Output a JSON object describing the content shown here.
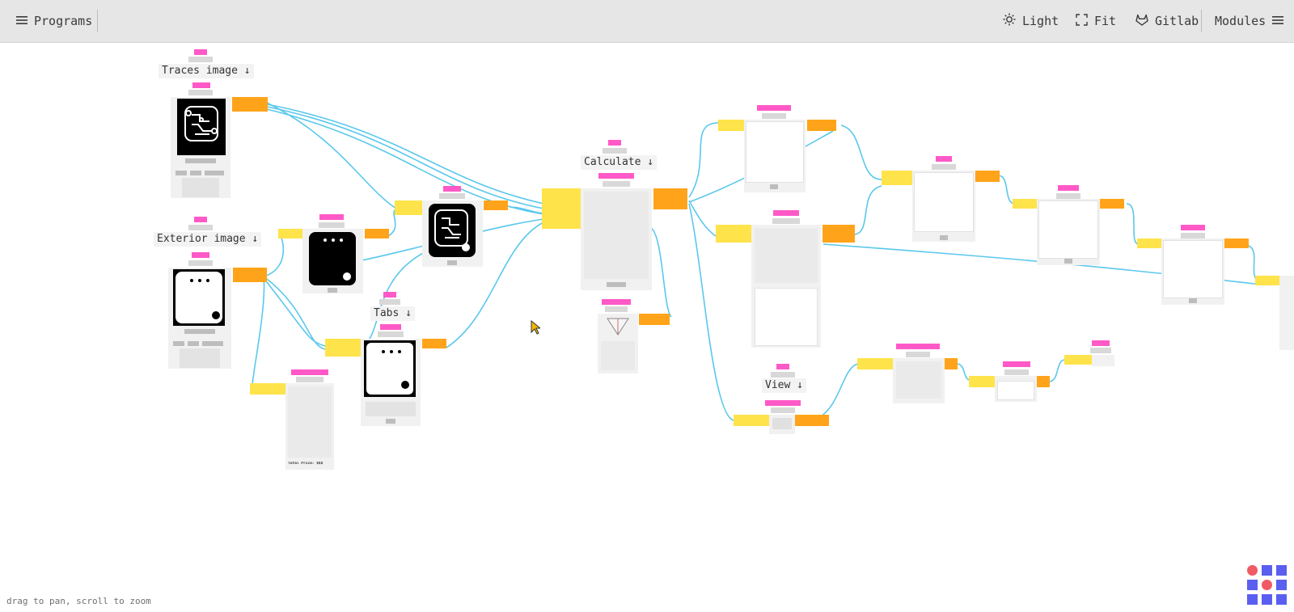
{
  "topbar": {
    "programs_label": "Programs",
    "light_label": "Light",
    "fit_label": "Fit",
    "gitlab_label": "Gitlab",
    "modules_label": "Modules"
  },
  "canvas": {
    "hint": "drag to pan, scroll to zoom",
    "group_titles": {
      "traces": "Traces image ↓",
      "exterior": "Exterior image ↓",
      "tabs": "Tabs ↓",
      "calculate": "Calculate ↓",
      "view": "View ↓"
    },
    "total_price": "Total Price: $$$"
  },
  "colors": {
    "wire": "#5ac8ec",
    "input_port": "#ffe34a",
    "output_port": "#ffa41a",
    "module_tag": "#ff59c8",
    "logo_red": "#f05a64",
    "logo_blue": "#5a5ff0"
  },
  "icons": {
    "menu": "menu-icon",
    "light": "sun-icon",
    "fit": "fit-icon",
    "gitlab": "gitlab-icon"
  }
}
